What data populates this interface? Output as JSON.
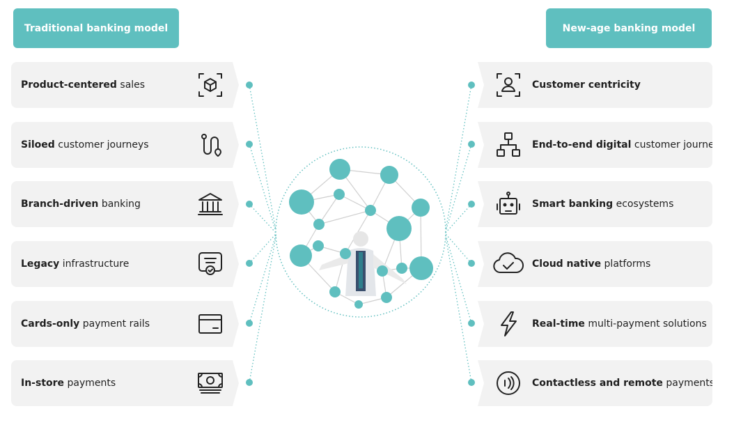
{
  "headers": {
    "left": "Traditional banking model",
    "right": "New-age banking model"
  },
  "left_items": [
    {
      "bold": "Product-centered",
      "rest": " sales",
      "icon": "box-scan-icon"
    },
    {
      "bold": "Siloed",
      "rest": " customer journeys",
      "icon": "route-path-icon"
    },
    {
      "bold": "Branch-driven",
      "rest": " banking",
      "icon": "bank-building-icon"
    },
    {
      "bold": "Legacy",
      "rest": " infrastructure",
      "icon": "certificate-badge-icon"
    },
    {
      "bold": "Cards-only",
      "rest": " payment rails",
      "icon": "credit-card-icon"
    },
    {
      "bold": "In-store",
      "rest": " payments",
      "icon": "cash-banknote-icon"
    }
  ],
  "right_items": [
    {
      "bold": "Customer centricity",
      "rest": "",
      "icon": "user-scan-icon"
    },
    {
      "bold": "End-to-end digital",
      "rest": " customer journeys",
      "icon": "hierarchy-icon"
    },
    {
      "bold": "Smart banking",
      "rest": " ecosystems",
      "icon": "robot-icon"
    },
    {
      "bold": "Cloud native",
      "rest": " platforms",
      "icon": "cloud-check-icon"
    },
    {
      "bold": "Real-time",
      "rest": " multi-payment solutions",
      "icon": "lightning-icon"
    },
    {
      "bold": "Contactless and remote",
      "rest": " payments",
      "icon": "contactless-icon"
    }
  ],
  "colors": {
    "accent": "#5fbfbf",
    "card_bg": "#f2f2f2",
    "icon_stroke": "#222222"
  }
}
